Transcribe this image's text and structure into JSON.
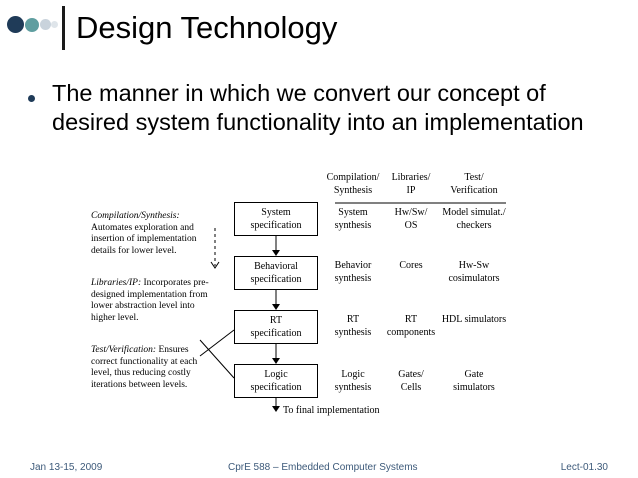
{
  "slide": {
    "title": "Design Technology",
    "bullet": "The manner in which we convert our concept of desired system functionality into an implementation"
  },
  "diagram": {
    "column_headers": [
      {
        "line1": "Compilation/",
        "line2": "Synthesis"
      },
      {
        "line1": "Libraries/",
        "line2": "IP"
      },
      {
        "line1": "Test/",
        "line2": "Verification"
      }
    ],
    "levels": [
      {
        "box": {
          "line1": "System",
          "line2": "specification"
        },
        "cells": [
          {
            "line1": "System",
            "line2": "synthesis"
          },
          {
            "line1": "Hw/Sw/",
            "line2": "OS"
          },
          {
            "line1": "Model simulat./",
            "line2": "checkers"
          }
        ]
      },
      {
        "box": {
          "line1": "Behavioral",
          "line2": "specification"
        },
        "cells": [
          {
            "line1": "Behavior",
            "line2": "synthesis"
          },
          {
            "line1": "Cores",
            "line2": ""
          },
          {
            "line1": "Hw-Sw",
            "line2": "cosimulators"
          }
        ]
      },
      {
        "box": {
          "line1": "RT",
          "line2": "specification"
        },
        "cells": [
          {
            "line1": "RT",
            "line2": "synthesis"
          },
          {
            "line1": "RT",
            "line2": "components"
          },
          {
            "line1": "HDL simulators",
            "line2": ""
          }
        ]
      },
      {
        "box": {
          "line1": "Logic",
          "line2": "specification"
        },
        "cells": [
          {
            "line1": "Logic",
            "line2": "synthesis"
          },
          {
            "line1": "Gates/",
            "line2": "Cells"
          },
          {
            "line1": "Gate",
            "line2": "simulators"
          }
        ]
      }
    ],
    "final_label": "To final implementation",
    "descriptions": [
      {
        "term": "Compilation/Synthesis:",
        "text": "Automates exploration and insertion of implementation details for lower level."
      },
      {
        "term": "Libraries/IP:",
        "text": "Incorporates pre-designed implementation from lower abstraction level into higher level."
      },
      {
        "term": "Test/Verification:",
        "text": "Ensures correct functionality at each level, thus reducing costly iterations between levels."
      }
    ]
  },
  "footer": {
    "date": "Jan 13-15, 2009",
    "course": "CprE 588 – Embedded Computer Systems",
    "slide_no": "Lect-01.30"
  },
  "colors": {
    "dot_dark": "#1f3b58",
    "dot_mid": "#5f9ea0",
    "dot_light": "#c9d3dc",
    "footer_text": "#3d5a7a"
  }
}
